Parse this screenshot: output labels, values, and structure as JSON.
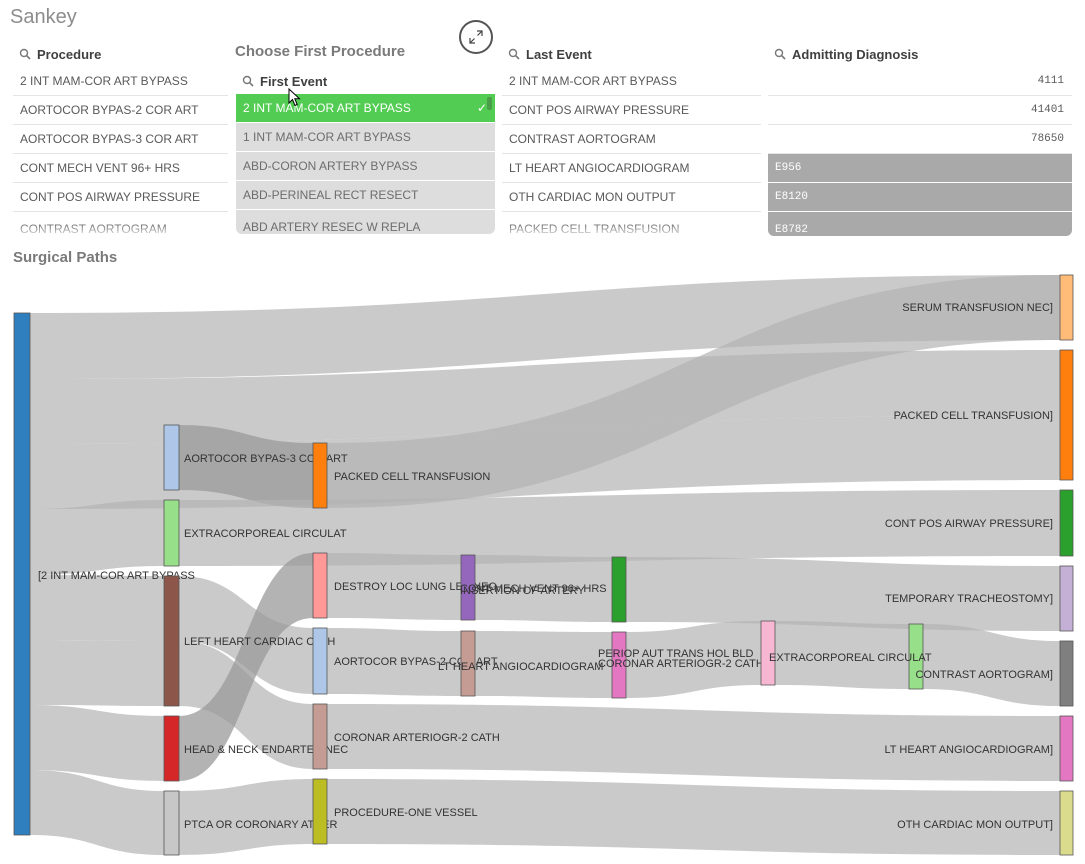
{
  "sheet": {
    "title": "Sankey"
  },
  "filters": {
    "procedure": {
      "title": "Procedure",
      "rows": [
        "2 INT MAM-COR ART BYPASS",
        "AORTOCOR BYPAS-2 COR ART",
        "AORTOCOR BYPAS-3 COR ART",
        "CONT MECH VENT 96+ HRS",
        "CONT POS AIRWAY PRESSURE",
        "CONTRAST AORTOGRAM"
      ]
    },
    "first_event": {
      "group_title": "Choose First Procedure",
      "title": "First Event",
      "selected": "2 INT MAM-COR ART BYPASS",
      "rows": [
        "1 INT MAM-COR ART BYPASS",
        "ABD-CORON ARTERY BYPASS",
        "ABD-PERINEAL RECT RESECT",
        "ABD ARTERY RESEC W REPLA"
      ]
    },
    "last_event": {
      "title": "Last Event",
      "rows": [
        "2 INT MAM-COR ART BYPASS",
        "CONT POS AIRWAY PRESSURE",
        "CONTRAST AORTOGRAM",
        "LT HEART ANGIOCARDIOGRAM",
        "OTH CARDIAC MON OUTPUT",
        "PACKED CELL TRANSFUSION"
      ]
    },
    "admitting_diagnosis": {
      "title": "Admitting Diagnosis",
      "rows": [
        "4111",
        "41401",
        "78650"
      ],
      "excluded_rows": [
        "E956",
        "E8120",
        "E8782"
      ]
    }
  },
  "sankey": {
    "title": "Surgical Paths",
    "colors": {
      "link": "#b4b4b4",
      "link_dark": "#9a9a9a"
    },
    "nodes": [
      {
        "id": "n0",
        "label": "[2 INT MAM-COR ART BYPASS",
        "color": "#2f7fbf"
      },
      {
        "id": "n1",
        "label": "AORTOCOR BYPAS-3 COR ART",
        "color": "#aec7e8"
      },
      {
        "id": "n2",
        "label": "EXTRACORPOREAL CIRCULAT",
        "color": "#98df8a"
      },
      {
        "id": "n3",
        "label": "LEFT HEART CARDIAC CATH",
        "color": "#8c564b"
      },
      {
        "id": "n4",
        "label": "HEAD & NECK ENDARTER NEC",
        "color": "#d62728"
      },
      {
        "id": "n5",
        "label": "PTCA OR CORONARY ATHER",
        "color": "#c7c7c7"
      },
      {
        "id": "n6",
        "label": "PACKED CELL TRANSFUSION",
        "color": "#ff7f0e"
      },
      {
        "id": "n7",
        "label": "DESTROY LOC LUNG LES NEC",
        "color": "#ff9896"
      },
      {
        "id": "n8",
        "label": "AORTOCOR BYPAS-2 COR ART",
        "color": "#aec7e8"
      },
      {
        "id": "n9",
        "label": "CORONAR ARTERIOGR-2 CATH",
        "color": "#c49c94"
      },
      {
        "id": "n10",
        "label": "PROCEDURE-ONE VESSEL",
        "color": "#bcbd22"
      },
      {
        "id": "n11",
        "label": "CONT MECH VENT 96+ HRS",
        "color": "#9467bd"
      },
      {
        "id": "n12",
        "label": "LT HEART ANGIOCARDIOGRAM",
        "color": "#c49c94"
      },
      {
        "id": "n13",
        "label": "INSERTION OF ARTERY",
        "color": "#2ca02c"
      },
      {
        "id": "n14",
        "label": "CORONAR ARTERIOGR-2 CATH",
        "color": "#e377c2"
      },
      {
        "id": "n15",
        "label": "PERIOP AUT TRANS HOL BLD",
        "color": "#f7b6d2"
      },
      {
        "id": "n16",
        "label": "EXTRACORPOREAL CIRCULAT",
        "color": "#98df8a"
      },
      {
        "id": "n17",
        "label": "SERUM TRANSFUSION NEC]",
        "color": "#ffbb78"
      },
      {
        "id": "n18",
        "label": "PACKED CELL TRANSFUSION]",
        "color": "#ff7f0e"
      },
      {
        "id": "n19",
        "label": "CONT POS AIRWAY PRESSURE]",
        "color": "#2ca02c"
      },
      {
        "id": "n20",
        "label": "TEMPORARY TRACHEOSTOMY]",
        "color": "#c5b0d5"
      },
      {
        "id": "n21",
        "label": "CONTRAST AORTOGRAM]",
        "color": "#7f7f7f"
      },
      {
        "id": "n22",
        "label": "LT HEART ANGIOCARDIOGRAM]",
        "color": "#e377c2"
      },
      {
        "id": "n23",
        "label": "OTH CARDIAC MON OUTPUT]",
        "color": "#dbdb8d"
      }
    ]
  }
}
